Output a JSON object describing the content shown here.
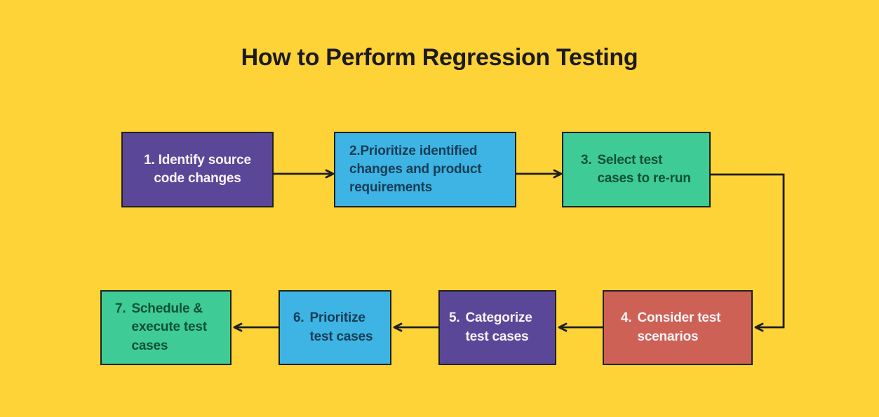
{
  "title": "How to Perform Regression Testing",
  "palette": {
    "background": "#fdd337",
    "purple": "#5b4797",
    "blue": "#3db4e3",
    "green": "#3fcb95",
    "red": "#cd6155",
    "title_text": "#1d1a1f",
    "ink_light": "#f8f4f8",
    "ink_on_blue": "#173d56",
    "ink_on_green": "#0e5137",
    "connector": "#1e1e1e"
  },
  "steps": [
    {
      "order": "1",
      "color": "purple",
      "label": "1. Identify source\ncode changes"
    },
    {
      "order": "2",
      "color": "blue",
      "label": "2.Prioritize identified\nchanges and product\nrequirements"
    },
    {
      "order": "3",
      "color": "green",
      "num": "3.",
      "text": "Select test\ncases to re-run"
    },
    {
      "order": "4",
      "color": "red",
      "num": "4.",
      "text": "Consider test\nscenarios"
    },
    {
      "order": "5",
      "color": "purple",
      "num": "5.",
      "text": "Categorize\ntest cases"
    },
    {
      "order": "6",
      "color": "blue",
      "num": "6.",
      "text": "Prioritize\ntest cases"
    },
    {
      "order": "7",
      "color": "green",
      "num": "7.",
      "text": "Schedule &\nexecute test\ncases"
    }
  ],
  "connections": [
    {
      "from": "1",
      "to": "2"
    },
    {
      "from": "2",
      "to": "3"
    },
    {
      "from": "3",
      "to": "4"
    },
    {
      "from": "4",
      "to": "5"
    },
    {
      "from": "5",
      "to": "6"
    },
    {
      "from": "6",
      "to": "7"
    }
  ]
}
